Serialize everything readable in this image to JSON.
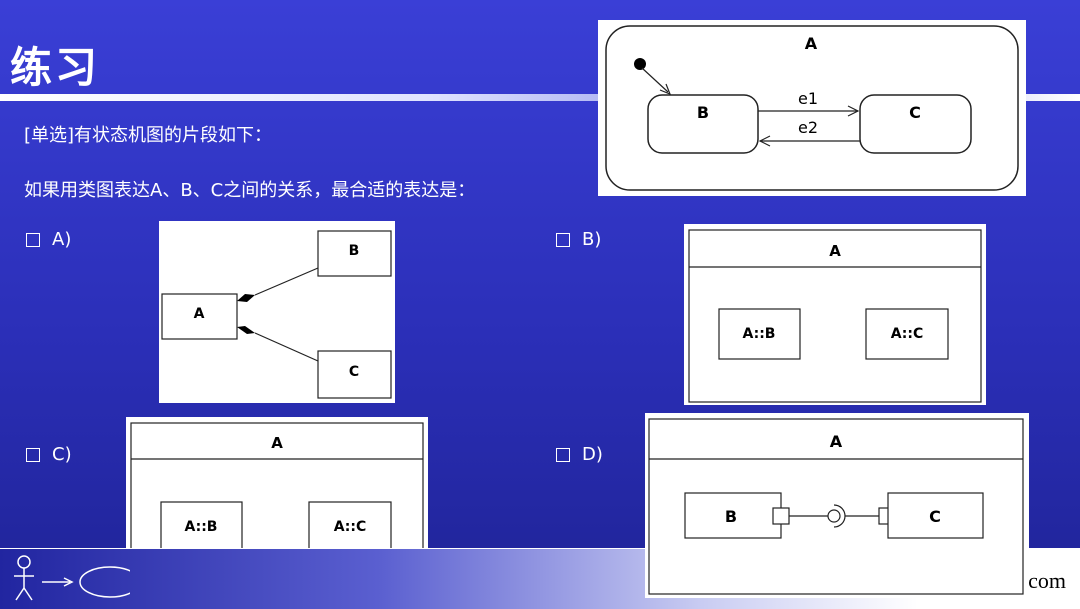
{
  "page": {
    "title": "练习"
  },
  "question": {
    "line1": "[单选]有状态机图的片段如下：",
    "line2": "如果用类图表达A、B、C之间的关系，最合适的表达是："
  },
  "state_machine": {
    "container": "A",
    "state_b": "B",
    "state_c": "C",
    "event_1": "e1",
    "event_2": "e2"
  },
  "options": {
    "a": {
      "label": "A)",
      "class_a": "A",
      "class_b": "B",
      "class_c": "C"
    },
    "b": {
      "label": "B)",
      "outer": "A",
      "inner_1": "A::B",
      "inner_2": "A::C"
    },
    "c": {
      "label": "C)",
      "outer": "A",
      "inner_1": "A::B",
      "inner_2": "A::C"
    },
    "d": {
      "label": "D)",
      "outer": "A",
      "part_1": "B",
      "part_2": "C"
    }
  },
  "footer": {
    "url": ".com"
  }
}
